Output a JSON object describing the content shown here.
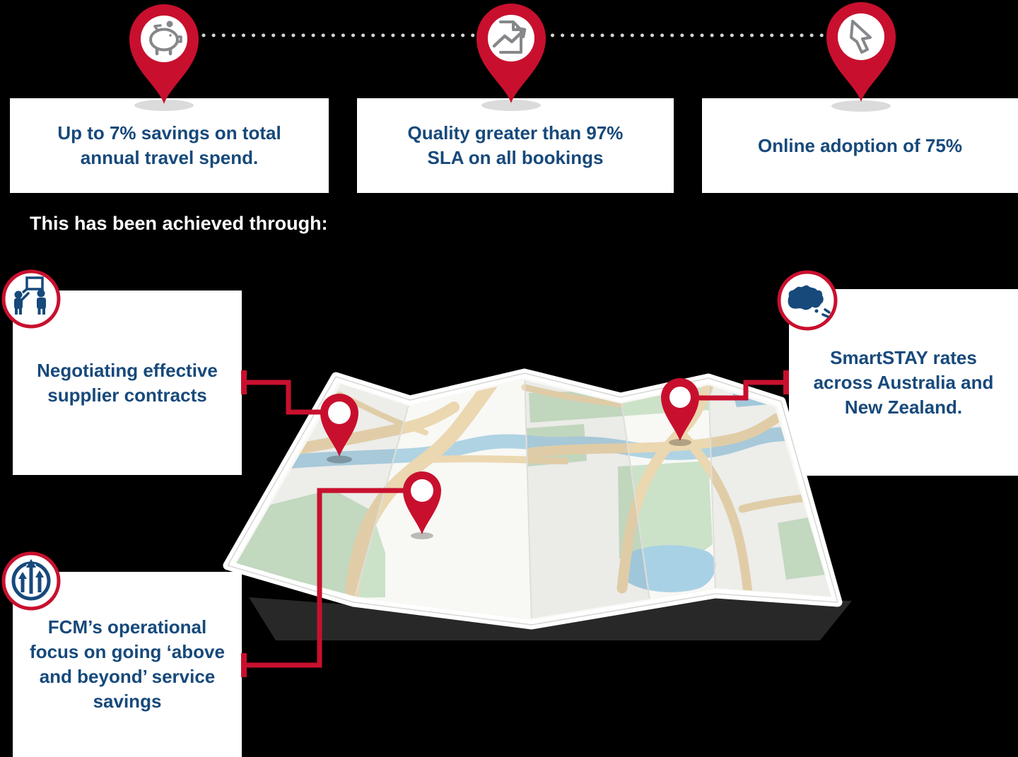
{
  "colors": {
    "background": "#000000",
    "accent_red": "#C8102E",
    "navy_text": "#17497B",
    "card_bg": "#FFFFFF",
    "pin_icon_gray": "#85878A",
    "dotted_line_gray": "#D4D4D4",
    "map_road_tan": "#EBD7B0",
    "map_river_blue": "#AFD3E3",
    "map_park_green": "#CBE2C8"
  },
  "metrics": [
    {
      "icon": "piggy-bank-icon",
      "label": "Up to 7% savings on total\nannual travel spend."
    },
    {
      "icon": "chart-trend-document-icon",
      "label": "Quality greater than 97%\nSLA on all bookings"
    },
    {
      "icon": "cursor-icon",
      "label": "Online adoption of 75%"
    }
  ],
  "heading": "This has been achieved through:",
  "callouts": [
    {
      "icon": "negotiation-people-icon",
      "label": "Negotiating effective\nsupplier contracts"
    },
    {
      "icon": "australia-nz-map-icon",
      "label": "SmartSTAY rates\nacross Australia and\nNew Zealand."
    },
    {
      "icon": "growth-arrows-icon",
      "label": "FCM’s operational\nfocus on going ‘above\nand beyond’ service\nsavings"
    }
  ]
}
